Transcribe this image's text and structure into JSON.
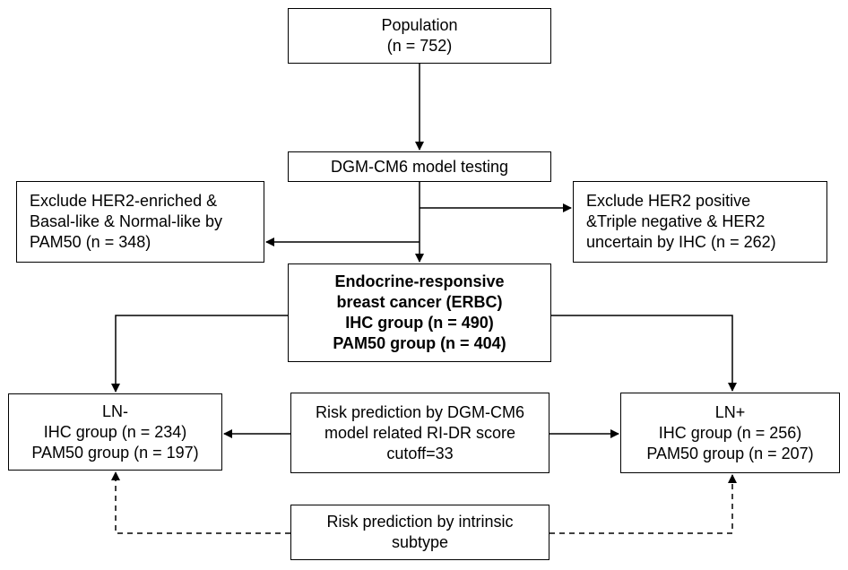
{
  "nodes": {
    "population": {
      "lines": [
        "Population",
        "(n = 752)"
      ]
    },
    "model_testing": {
      "lines": [
        "DGM-CM6 model testing"
      ]
    },
    "exclude_pam50": {
      "lines": [
        "Exclude HER2-enriched &",
        "Basal-like & Normal-like by",
        "PAM50 (n = 348)"
      ]
    },
    "exclude_ihc": {
      "lines": [
        "Exclude HER2 positive",
        "&Triple negative & HER2",
        "uncertain by IHC (n = 262)"
      ]
    },
    "erbc": {
      "lines": [
        "Endocrine-responsive",
        "breast cancer (ERBC)",
        "IHC group (n = 490)",
        "PAM50 group (n = 404)"
      ]
    },
    "ln_negative": {
      "lines": [
        "LN-",
        "IHC group (n = 234)",
        "PAM50 group (n = 197)"
      ]
    },
    "risk_dgm": {
      "lines": [
        "Risk prediction by DGM-CM6",
        "model related RI-DR score",
        "cutoff=33"
      ]
    },
    "ln_positive": {
      "lines": [
        "LN+",
        "IHC group (n = 256)",
        "PAM50 group (n = 207)"
      ]
    },
    "risk_intrinsic": {
      "lines": [
        "Risk prediction by intrinsic",
        "subtype"
      ]
    }
  },
  "edges": [
    {
      "from": "population",
      "to": "model_testing",
      "style": "solid"
    },
    {
      "from": "model_testing",
      "to": "erbc",
      "style": "solid"
    },
    {
      "from": "model_testing",
      "to": "exclude_pam50",
      "style": "solid"
    },
    {
      "from": "model_testing",
      "to": "exclude_ihc",
      "style": "solid"
    },
    {
      "from": "erbc",
      "to": "ln_negative",
      "style": "solid"
    },
    {
      "from": "erbc",
      "to": "ln_positive",
      "style": "solid"
    },
    {
      "from": "risk_dgm",
      "to": "ln_negative",
      "style": "solid"
    },
    {
      "from": "risk_dgm",
      "to": "ln_positive",
      "style": "solid"
    },
    {
      "from": "risk_intrinsic",
      "to": "ln_negative",
      "style": "dashed"
    },
    {
      "from": "risk_intrinsic",
      "to": "ln_positive",
      "style": "dashed"
    }
  ],
  "colors": {
    "stroke": "#000000",
    "background": "#ffffff"
  }
}
